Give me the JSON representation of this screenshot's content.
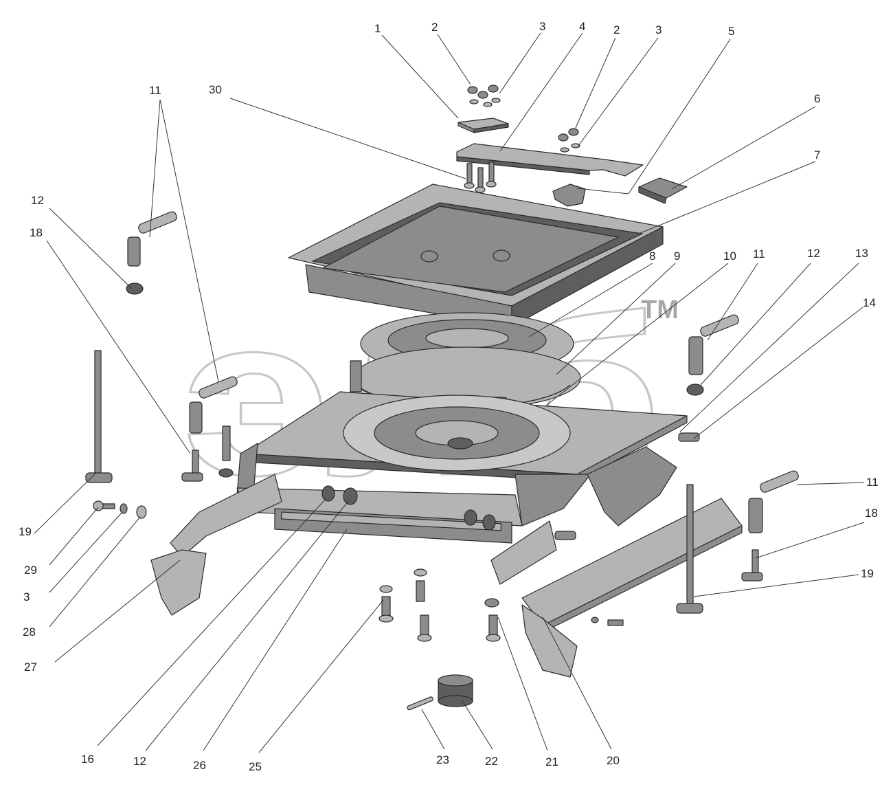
{
  "diagram": {
    "watermark": {
      "text": "элб",
      "tm": "TM"
    },
    "callouts": [
      "1",
      "2",
      "3",
      "4",
      "2",
      "3",
      "5",
      "30",
      "6",
      "7",
      "11",
      "12",
      "18",
      "8",
      "9",
      "10",
      "11",
      "12",
      "13",
      "14",
      "19",
      "11",
      "18",
      "29",
      "3",
      "28",
      "19",
      "27",
      "16",
      "12",
      "26",
      "25",
      "23",
      "22",
      "21",
      "20"
    ]
  }
}
